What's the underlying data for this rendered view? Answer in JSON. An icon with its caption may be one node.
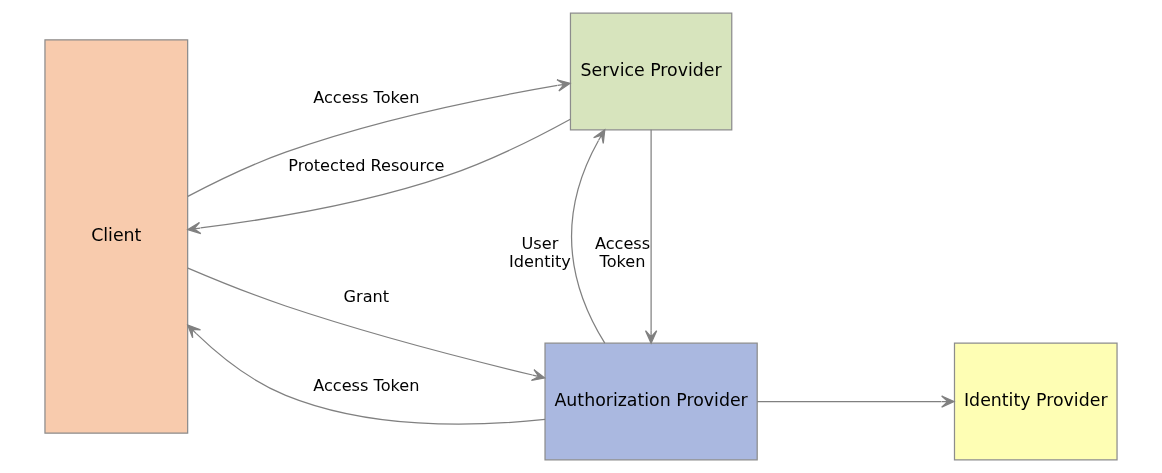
{
  "diagram": {
    "nodes": [
      {
        "text": [
          "Client"
        ]
      },
      {
        "text": [
          "Authorization Provider"
        ]
      },
      {
        "text": [
          "Identity Provider"
        ]
      },
      {
        "text": [
          "Service Provider"
        ]
      }
    ],
    "edges": [
      {
        "from": 0,
        "to": 1,
        "arrow": "to",
        "label": "Grant"
      },
      {
        "from": 1,
        "to": 0,
        "arrow": "to",
        "label": "Access Token"
      },
      {
        "from": 1,
        "to": 2,
        "arrow": "to"
      },
      {
        "from": 3,
        "to": 1,
        "arrow": "to",
        "label": "Access Token"
      },
      {
        "from": 1,
        "to": 3,
        "arrow": "to",
        "label": "User Identity"
      },
      {
        "from": 0,
        "to": 3,
        "arrow": "to",
        "label": "Access Token"
      },
      {
        "from": 3,
        "to": 0,
        "arrow": "to",
        "label": "Protected Resource"
      }
    ]
  }
}
